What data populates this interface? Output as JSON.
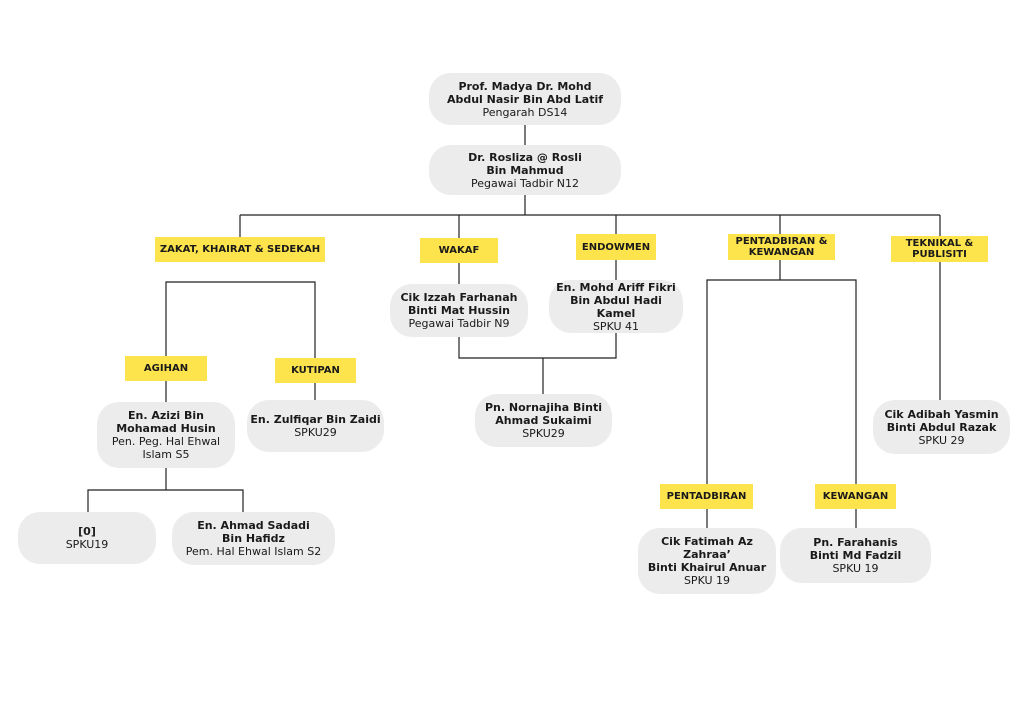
{
  "nodes": {
    "pengarah": {
      "name": "Prof. Madya Dr. Mohd\nAbdul Nasir Bin Abd Latif",
      "position": "Pengarah DS14"
    },
    "pegawai_tadbir": {
      "name": "Dr. Rosliza @ Rosli\nBin Mahmud",
      "position": "Pegawai Tadbir N12"
    },
    "wakaf_officer": {
      "name": "Cik Izzah Farhanah\nBinti Mat Hussin",
      "position": "Pegawai Tadbir N9"
    },
    "endowmen_officer": {
      "name": "En. Mohd Ariff Fikri\nBin Abdul Hadi Kamel",
      "position": "SPKU 41"
    },
    "nornajiha": {
      "name": "Pn. Nornajiha Binti\nAhmad Sukaimi",
      "position": "SPKU29"
    },
    "agihan_officer": {
      "name": "En. Azizi Bin\nMohamad Husin",
      "position": "Pen. Peg. Hal Ehwal\nIslam S5"
    },
    "kutipan_officer": {
      "name": "En. Zulfiqar Bin Zaidi",
      "position": "SPKU29"
    },
    "vacant": {
      "name": "[0]",
      "position": "SPKU19"
    },
    "sadadi": {
      "name": "En. Ahmad Sadadi\nBin Hafidz",
      "position": "Pem. Hal Ehwal Islam S2"
    },
    "pentadbiran_officer": {
      "name": "Cik Fatimah Az\nZahraa’\nBinti Khairul Anuar",
      "position": "SPKU 19"
    },
    "kewangan_officer": {
      "name": "Pn. Farahanis\nBinti Md Fadzil",
      "position": "SPKU 19"
    },
    "teknikal_officer": {
      "name": "Cik Adibah Yasmin\nBinti Abdul Razak",
      "position": "SPKU 29"
    }
  },
  "labels": {
    "zakat": "ZAKAT, KHAIRAT & SEDEKAH",
    "wakaf": "WAKAF",
    "endowmen": "ENDOWMEN",
    "pentadbiran_kewangan": "PENTADBIRAN &\nKEWANGAN",
    "teknikal": "TEKNIKAL &\nPUBLISITI",
    "agihan": "AGIHAN",
    "kutipan": "KUTIPAN",
    "pentadbiran": "PENTADBIRAN",
    "kewangan": "KEWANGAN"
  },
  "colors": {
    "label_bg": "#fde44d",
    "node_bg": "#ececec",
    "line": "#222222"
  }
}
